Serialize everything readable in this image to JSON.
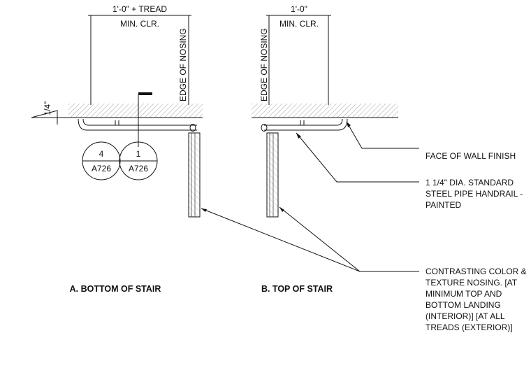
{
  "detail_a": {
    "dim_label": "1'-0\" + TREAD",
    "clear_label": "MIN. CLR.",
    "edge_label": "EDGE OF NOSING",
    "slope_label": "1/4\"",
    "title": "A. BOTTOM OF STAIR",
    "callouts": [
      {
        "number": "4",
        "sheet": "A726"
      },
      {
        "number": "1",
        "sheet": "A726"
      }
    ]
  },
  "detail_b": {
    "dim_label": "1'-0\"",
    "clear_label": "MIN. CLR.",
    "edge_label": "EDGE OF NOSING",
    "title": "B. TOP OF STAIR"
  },
  "notes": {
    "wall_finish": "FACE OF WALL FINISH",
    "handrail": [
      "1 1/4\" DIA. STANDARD",
      "STEEL PIPE HANDRAIL -",
      "PAINTED"
    ],
    "nosing": [
      "CONTRASTING COLOR &",
      "TEXTURE NOSING.  [AT",
      "MINIMUM TOP AND",
      "BOTTOM LANDING",
      "(INTERIOR)] [AT ALL",
      "TREADS (EXTERIOR)]"
    ]
  }
}
